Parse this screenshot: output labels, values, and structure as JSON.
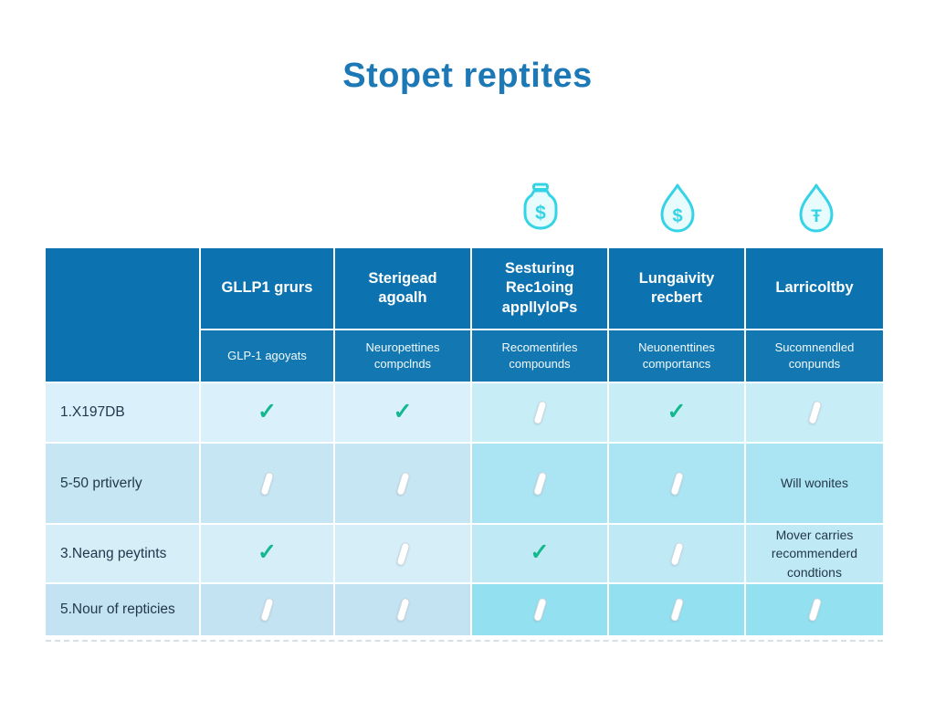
{
  "page": {
    "background": "#ffffff"
  },
  "colors": {
    "title_blue": "#1c79b5",
    "header_blue": "#0d73b0",
    "subheader_blue": "#1377b2",
    "icon_cyan": "#35d3e6",
    "check_green": "#13b88e",
    "row_light_left": "#daf0fa",
    "row_light_right": "#c7edf6",
    "row_dark_left": "#c6e6f4",
    "row_dark_right": "#abe4f2"
  },
  "icons": [
    {
      "name": "money-jar-icon",
      "symbol": "$"
    },
    {
      "name": "money-drop-icon",
      "symbol": "$"
    },
    {
      "name": "currency-drop-icon",
      "symbol": "Ŧ"
    }
  ],
  "marks": {
    "check_glyph": "✓"
  },
  "chart_data": {
    "type": "table",
    "title": "Stopet reptites",
    "columns": [
      {
        "header": "GLLP1 grurs",
        "subheader": "GLP-1 agoyats"
      },
      {
        "header": "Sterigead agoalh",
        "subheader": "Neuropettines compclnds"
      },
      {
        "header": "Sesturing Rec1oing appllyloPs",
        "subheader": "Recomentirles compounds"
      },
      {
        "header": "Lungaivity recbert",
        "subheader": "Neuonenttines comportancs"
      },
      {
        "header": "Larricoltby",
        "subheader": "Sucomnendled conpunds"
      }
    ],
    "rows": [
      {
        "label": "1.X197DB",
        "values": [
          "check",
          "check",
          "slash",
          "check",
          "slash"
        ]
      },
      {
        "label": "5-50 prtiverly",
        "values": [
          "slash",
          "slash",
          "slash",
          "slash",
          "Will wonites"
        ]
      },
      {
        "label": "3.Neang peytints",
        "values": [
          "check",
          "slash",
          "check",
          "slash",
          "Mover carries recommenderd condtions"
        ]
      },
      {
        "label": "5.Nour of repticies",
        "values": [
          "slash",
          "slash",
          "slash",
          "slash",
          "slash"
        ]
      }
    ],
    "legend": "none",
    "grid": "white 2px separators, alternating light-blue / cyan row tints"
  }
}
